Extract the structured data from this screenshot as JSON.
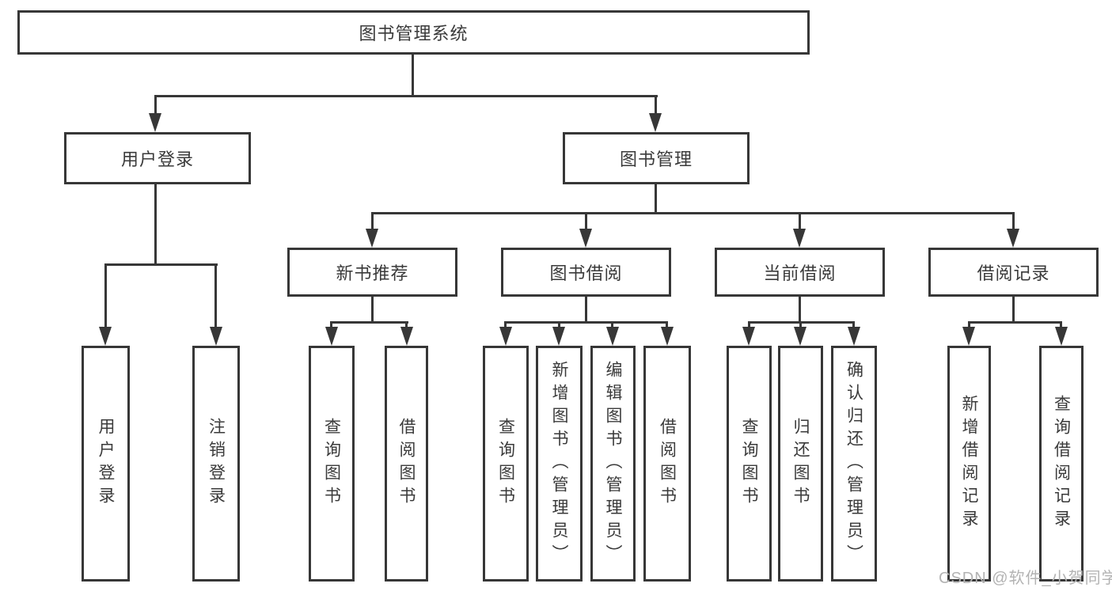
{
  "tree": {
    "label": "图书管理系统",
    "children": [
      {
        "label": "用户登录",
        "children": [
          {
            "label": "用户登录"
          },
          {
            "label": "注销登录"
          }
        ]
      },
      {
        "label": "图书管理",
        "children": [
          {
            "label": "新书推荐",
            "children": [
              {
                "label": "查询图书"
              },
              {
                "label": "借阅图书"
              }
            ]
          },
          {
            "label": "图书借阅",
            "children": [
              {
                "label": "查询图书"
              },
              {
                "label": "新增图书（管理员）"
              },
              {
                "label": "编辑图书（管理员）"
              },
              {
                "label": "借阅图书"
              }
            ]
          },
          {
            "label": "当前借阅",
            "children": [
              {
                "label": "查询图书"
              },
              {
                "label": "归还图书"
              },
              {
                "label": "确认归还（管理员）"
              }
            ]
          },
          {
            "label": "借阅记录",
            "children": [
              {
                "label": "新增借阅记录"
              },
              {
                "label": "查询借阅记录"
              }
            ]
          }
        ]
      }
    ]
  },
  "watermark": {
    "text": "CSDN @软件_小贺同学"
  },
  "colors": {
    "line": "#373737",
    "text": "#3a3a3a",
    "watermark": "#b3b3b3",
    "background": "#ffffff"
  }
}
